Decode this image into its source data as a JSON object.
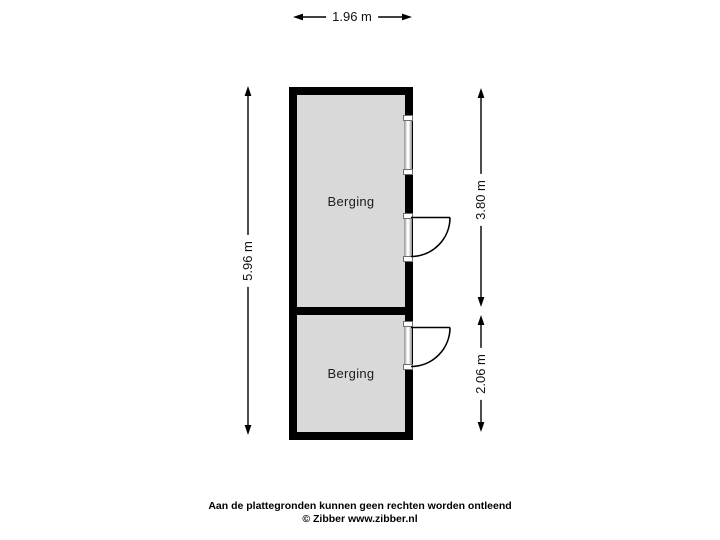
{
  "floorplan": {
    "rooms": [
      {
        "label": "Berging"
      },
      {
        "label": "Berging"
      }
    ],
    "dimensions": {
      "width_top": "1.96 m",
      "height_left": "5.96 m",
      "height_right_top": "3.80 m",
      "height_right_bottom": "2.06 m"
    },
    "symbols": [
      "window",
      "door-swing",
      "door-swing"
    ],
    "colors": {
      "wall": "#000000",
      "room_fill": "#d9d9d9",
      "background": "#ffffff",
      "line": "#000000"
    }
  },
  "footer": {
    "disclaimer": "Aan de plattegronden kunnen geen rechten worden ontleend",
    "copyright": "© Zibber www.zibber.nl"
  }
}
